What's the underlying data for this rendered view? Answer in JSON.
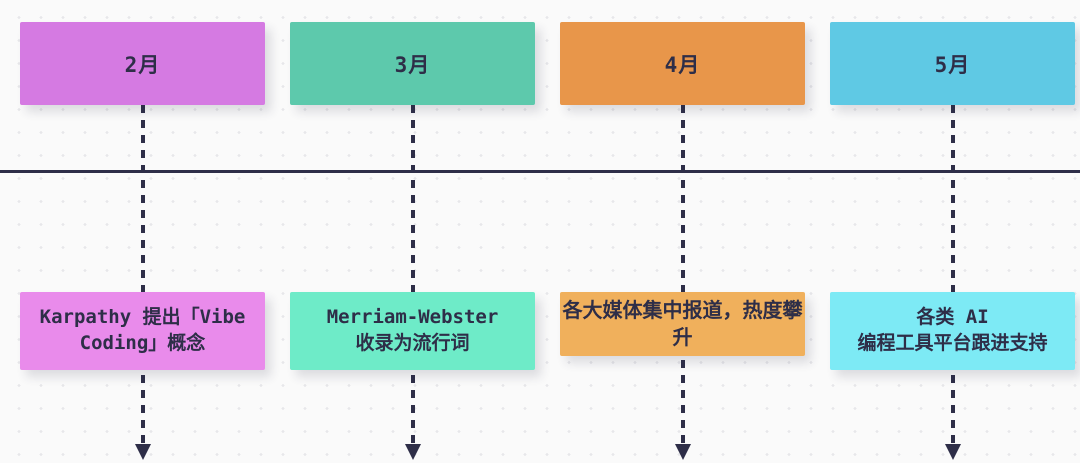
{
  "timeline": {
    "columns": [
      {
        "month": "2月",
        "event": "Karpathy 提出「Vibe\nCoding」概念",
        "header_color": "#d57ae2",
        "event_color": "#e98beb"
      },
      {
        "month": "3月",
        "event": "Merriam-Webster\n收录为流行词",
        "header_color": "#5dc9ac",
        "event_color": "#6eebc8"
      },
      {
        "month": "4月",
        "event": "各大媒体集中报道，热度攀升",
        "header_color": "#e8964a",
        "event_color": "#f0b05c"
      },
      {
        "month": "5月",
        "event": "各类 AI\n编程工具平台跟进支持",
        "header_color": "#5fc9e4",
        "event_color": "#7deaf5"
      }
    ],
    "colors": {
      "ink": "#2e2e48",
      "background": "#fafafa",
      "dot_grid": "#e7e7ea"
    }
  }
}
